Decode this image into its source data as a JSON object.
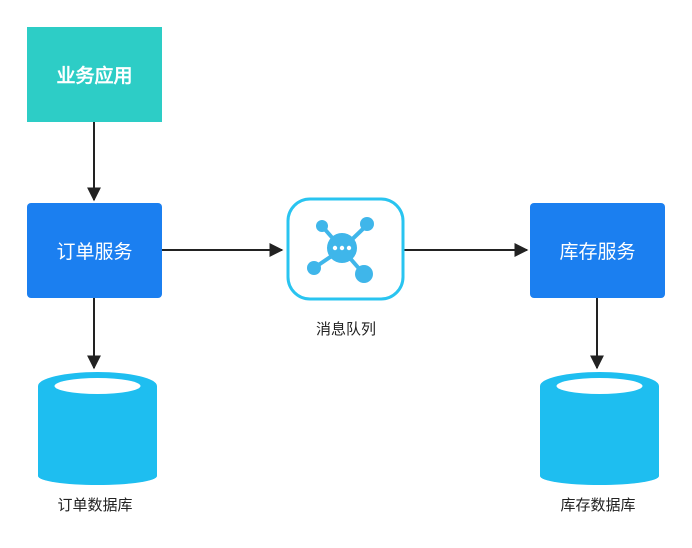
{
  "nodes": {
    "business_app": {
      "label": "业务应用"
    },
    "order_service": {
      "label": "订单服务"
    },
    "stock_service": {
      "label": "库存服务"
    },
    "message_queue": {
      "label": "消息队列",
      "icon": "message-hub-icon"
    },
    "order_db": {
      "label": "订单数据库",
      "icon": "database-icon"
    },
    "stock_db": {
      "label": "库存数据库",
      "icon": "database-icon"
    }
  },
  "edges": [
    {
      "from": "业务应用",
      "to": "订单服务"
    },
    {
      "from": "订单服务",
      "to": "消息队列"
    },
    {
      "from": "消息队列",
      "to": "库存服务"
    },
    {
      "from": "订单服务",
      "to": "订单数据库"
    },
    {
      "from": "库存服务",
      "to": "库存数据库"
    }
  ],
  "colors": {
    "app": "#2dcdc6",
    "service": "#1b7ff0",
    "database": "#1ebef0",
    "queue_border": "#29c4f0",
    "arrow": "#222222"
  }
}
